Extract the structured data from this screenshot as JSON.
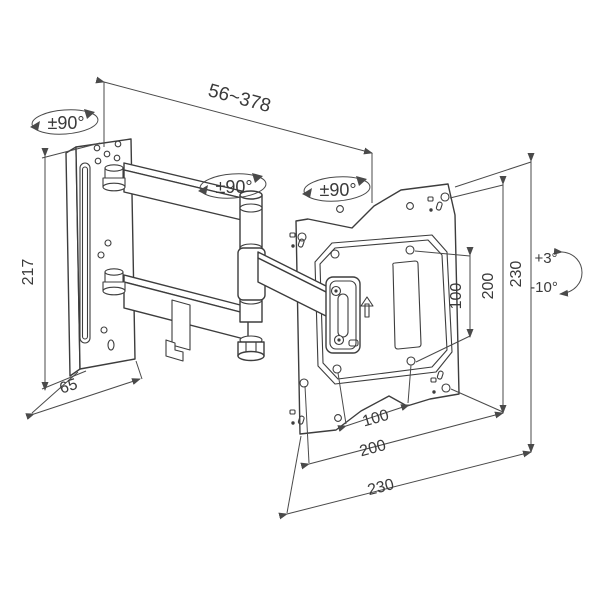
{
  "diagram": {
    "subject": "articulating-tv-wall-mount-technical-drawing",
    "colors": {
      "line": "#3d3d3d",
      "dimension": "#4a4a4a",
      "background": "#ffffff"
    }
  },
  "labels": {
    "dim_extension": "56~378",
    "dim_wall_height": "217",
    "dim_wall_width": "65",
    "dim_right_100": "100",
    "dim_right_200": "200",
    "dim_right_230": "230",
    "dim_bottom_100": "100",
    "dim_bottom_200": "200",
    "dim_bottom_230": "230",
    "rot_wall": "±90°",
    "rot_mid": "±90°",
    "rot_vesa": "±90°",
    "tilt_up": "+3°",
    "tilt_down": "-10°"
  }
}
